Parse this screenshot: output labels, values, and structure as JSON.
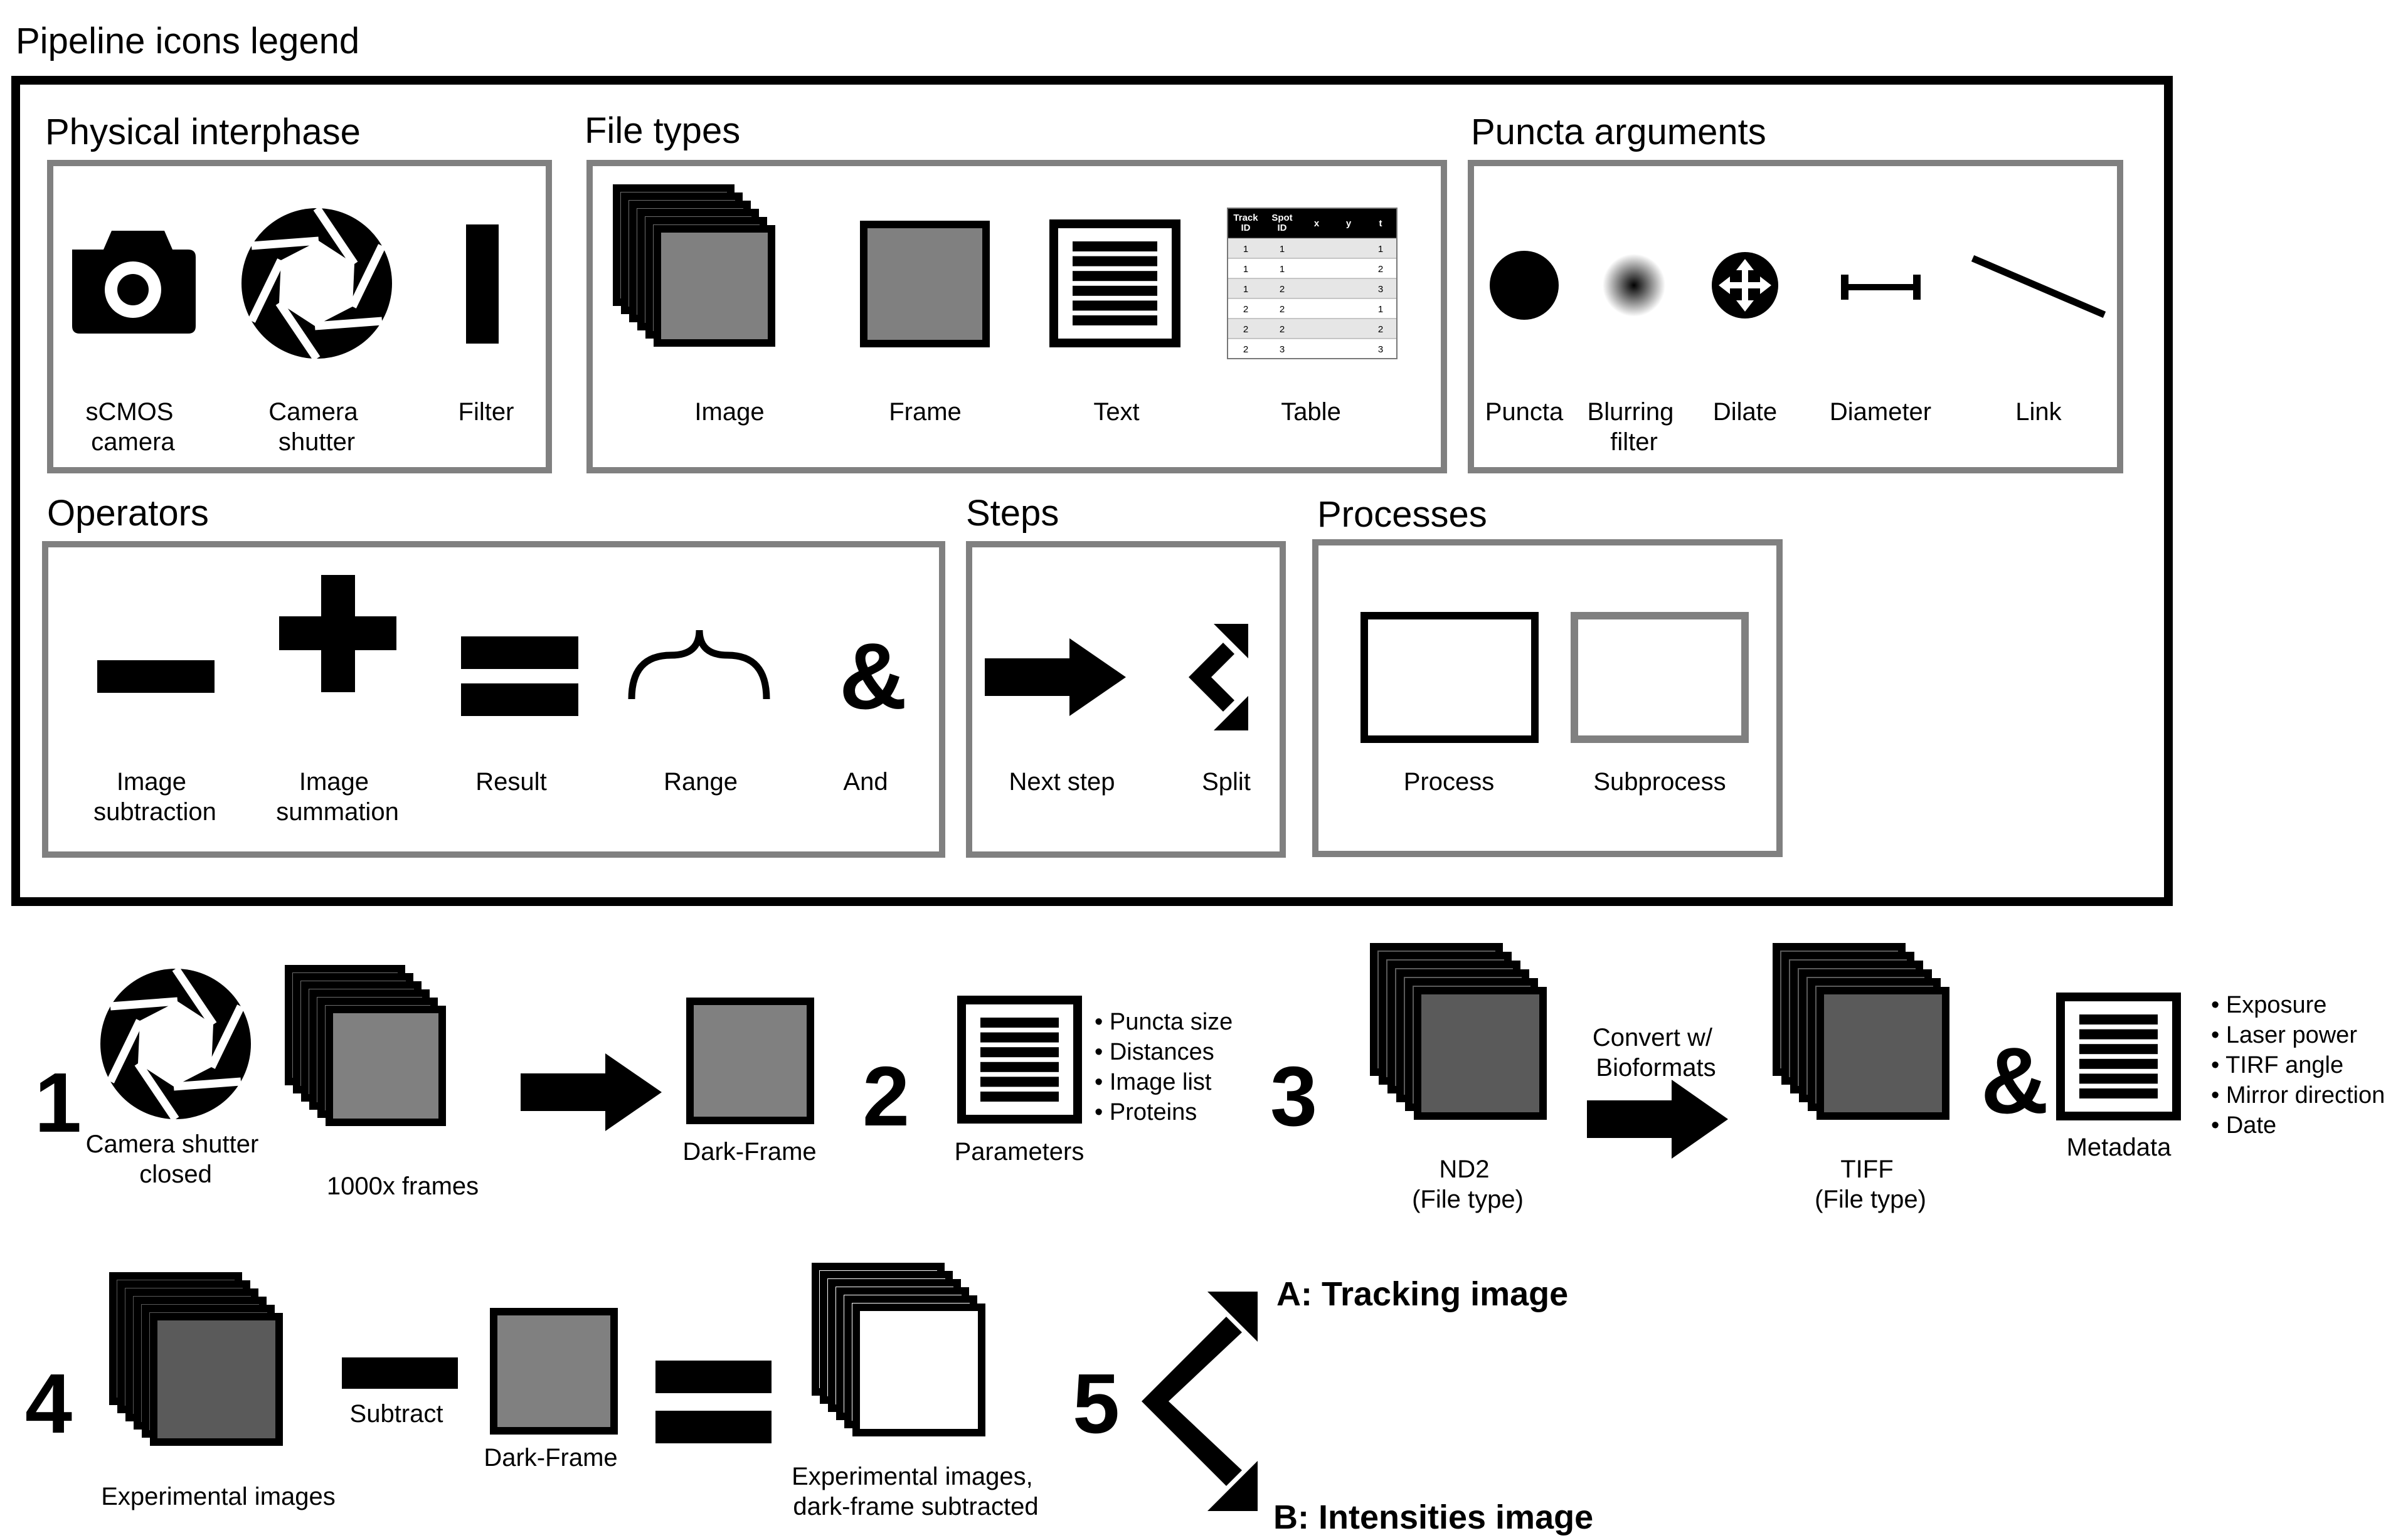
{
  "legend": {
    "title": "Pipeline icons legend",
    "physical": {
      "heading": "Physical interphase",
      "items": [
        {
          "icon": "camera-icon",
          "label": [
            "sCMOS",
            "camera"
          ]
        },
        {
          "icon": "shutter-icon",
          "label": [
            "Camera",
            "shutter"
          ]
        },
        {
          "icon": "filter-icon",
          "label": [
            "Filter"
          ]
        }
      ]
    },
    "filetypes": {
      "heading": "File types",
      "items": [
        {
          "icon": "image-stack-icon",
          "label": [
            "Image"
          ]
        },
        {
          "icon": "frame-icon",
          "label": [
            "Frame"
          ]
        },
        {
          "icon": "text-icon",
          "label": [
            "Text"
          ]
        },
        {
          "icon": "table-icon",
          "label": [
            "Table"
          ]
        }
      ],
      "table": {
        "headers": [
          [
            "Track",
            "ID"
          ],
          [
            "Spot",
            "ID"
          ],
          [
            "x"
          ],
          [
            "y"
          ],
          [
            "t"
          ]
        ],
        "rows": [
          [
            "1",
            "1",
            "",
            "",
            "1"
          ],
          [
            "1",
            "1",
            "",
            "",
            "2"
          ],
          [
            "1",
            "2",
            "",
            "",
            "3"
          ],
          [
            "2",
            "2",
            "",
            "",
            "1"
          ],
          [
            "2",
            "2",
            "",
            "",
            "2"
          ],
          [
            "2",
            "3",
            "",
            "",
            "3"
          ]
        ]
      }
    },
    "puncta": {
      "heading": "Puncta arguments",
      "items": [
        {
          "icon": "puncta-icon",
          "label": [
            "Puncta"
          ]
        },
        {
          "icon": "blur-icon",
          "label": [
            "Blurring",
            "filter"
          ]
        },
        {
          "icon": "dilate-icon",
          "label": [
            "Dilate"
          ]
        },
        {
          "icon": "diameter-icon",
          "label": [
            "Diameter"
          ]
        },
        {
          "icon": "link-icon",
          "label": [
            "Link"
          ]
        }
      ]
    },
    "operators": {
      "heading": "Operators",
      "items": [
        {
          "icon": "minus-icon",
          "label": [
            "Image",
            "subtraction"
          ]
        },
        {
          "icon": "plus-icon",
          "label": [
            "Image",
            "summation"
          ]
        },
        {
          "icon": "equals-icon",
          "label": [
            "Result"
          ]
        },
        {
          "icon": "brace-icon",
          "label": [
            "Range"
          ]
        },
        {
          "icon": "ampersand-icon",
          "label": [
            "And"
          ],
          "glyph": "&"
        }
      ]
    },
    "steps": {
      "heading": "Steps",
      "items": [
        {
          "icon": "arrow-right-icon",
          "label": [
            "Next step"
          ]
        },
        {
          "icon": "split-icon",
          "label": [
            "Split"
          ]
        }
      ]
    },
    "processes": {
      "heading": "Processes",
      "items": [
        {
          "icon": "process-box-icon",
          "label": [
            "Process"
          ]
        },
        {
          "icon": "subprocess-box-icon",
          "label": [
            "Subprocess"
          ]
        }
      ]
    }
  },
  "pipeline": {
    "step1": {
      "number": "1",
      "shutter_label": [
        "Camera shutter",
        "closed"
      ],
      "frames_label": [
        "1000x frames"
      ],
      "result_label": [
        "Dark-Frame"
      ]
    },
    "step2": {
      "number": "2",
      "doc_label": [
        "Parameters"
      ],
      "bullets": [
        "• Puncta size",
        "• Distances",
        "• Image list",
        "• Proteins"
      ]
    },
    "step3": {
      "number": "3",
      "nd2_label": [
        "ND2",
        "(File type)"
      ],
      "convert_label": [
        "Convert w/",
        "Bioformats"
      ],
      "tiff_label": [
        "TIFF",
        "(File type)"
      ],
      "and_glyph": "&",
      "metadata_label": [
        "Metadata"
      ],
      "bullets": [
        "• Exposure",
        "• Laser power",
        "• TIRF angle",
        "• Mirror direction",
        "• Date"
      ]
    },
    "step4": {
      "number": "4",
      "experimental_label": [
        "Experimental images"
      ],
      "subtract_label": [
        "Subtract"
      ],
      "darkframe_label": [
        "Dark-Frame"
      ],
      "result_label": [
        "Experimental images,",
        "dark-frame subtracted"
      ]
    },
    "step5": {
      "number": "5",
      "branch_a": "A: Tracking image",
      "branch_b": "B: Intensities image"
    }
  },
  "colors": {
    "black": "#000000",
    "frame_gray": "#808080",
    "dark_gray": "#5a5a5a",
    "stack_gray": "#6e6e6e",
    "panel_border": "#808080",
    "table_header": "#000000",
    "table_row_alt": "#e6e6e6"
  }
}
